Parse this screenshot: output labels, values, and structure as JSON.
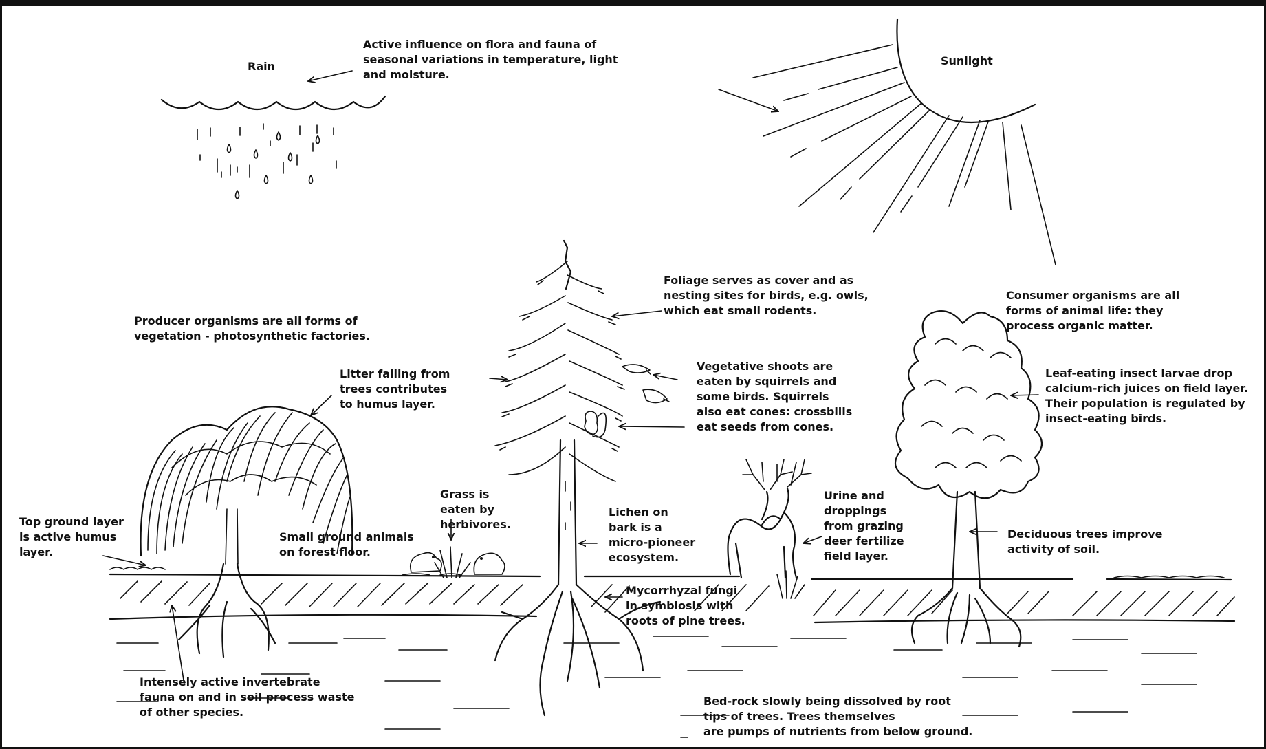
{
  "labels": {
    "rain": "Rain",
    "sunlight": "Sunlight",
    "seasonal": "Active influence on flora and fauna of\nseasonal variations in temperature, light\nand moisture.",
    "producers": "Producer organisms are all forms of\nvegetation - photosynthetic factories.",
    "foliage": "Foliage serves as cover and as\nnesting sites for birds, e.g. owls,\nwhich eat small rodents.",
    "consumers": "Consumer organisms are all\nforms of animal life: they\nprocess organic matter.",
    "litter": "Litter falling from\ntrees contributes\nto humus layer.",
    "vegetative": "Vegetative shoots are\neaten by squirrels and\nsome birds.  Squirrels\nalso eat cones: crossbills\neat seeds from cones.",
    "leaf_eating": "Leaf-eating insect larvae drop\ncalcium-rich juices on field layer.\nTheir population is regulated by\ninsect-eating birds.",
    "grass": "Grass is\neaten by\nherbivores.",
    "lichen": "Lichen on\nbark is a\nmicro-pioneer\necosystem.",
    "urine": "Urine and\ndroppings\nfrom grazing\ndeer fertilize\nfield layer.",
    "top_ground": "Top ground layer\nis active humus\nlayer.",
    "small_animals": "Small ground animals\non forest floor.",
    "deciduous": "Deciduous trees improve\nactivity of soil.",
    "mycorrhyzal": "Mycorrhyzal fungi\nin symbiosis with\nroots of pine trees.",
    "invertebrate": "Intensely active invertebrate\nfauna on and in soil process waste\nof other species.",
    "bedrock": "Bed-rock slowly being dissolved by root\ntips  of trees.  Trees themselves\nare pumps of nutrients from below ground."
  }
}
